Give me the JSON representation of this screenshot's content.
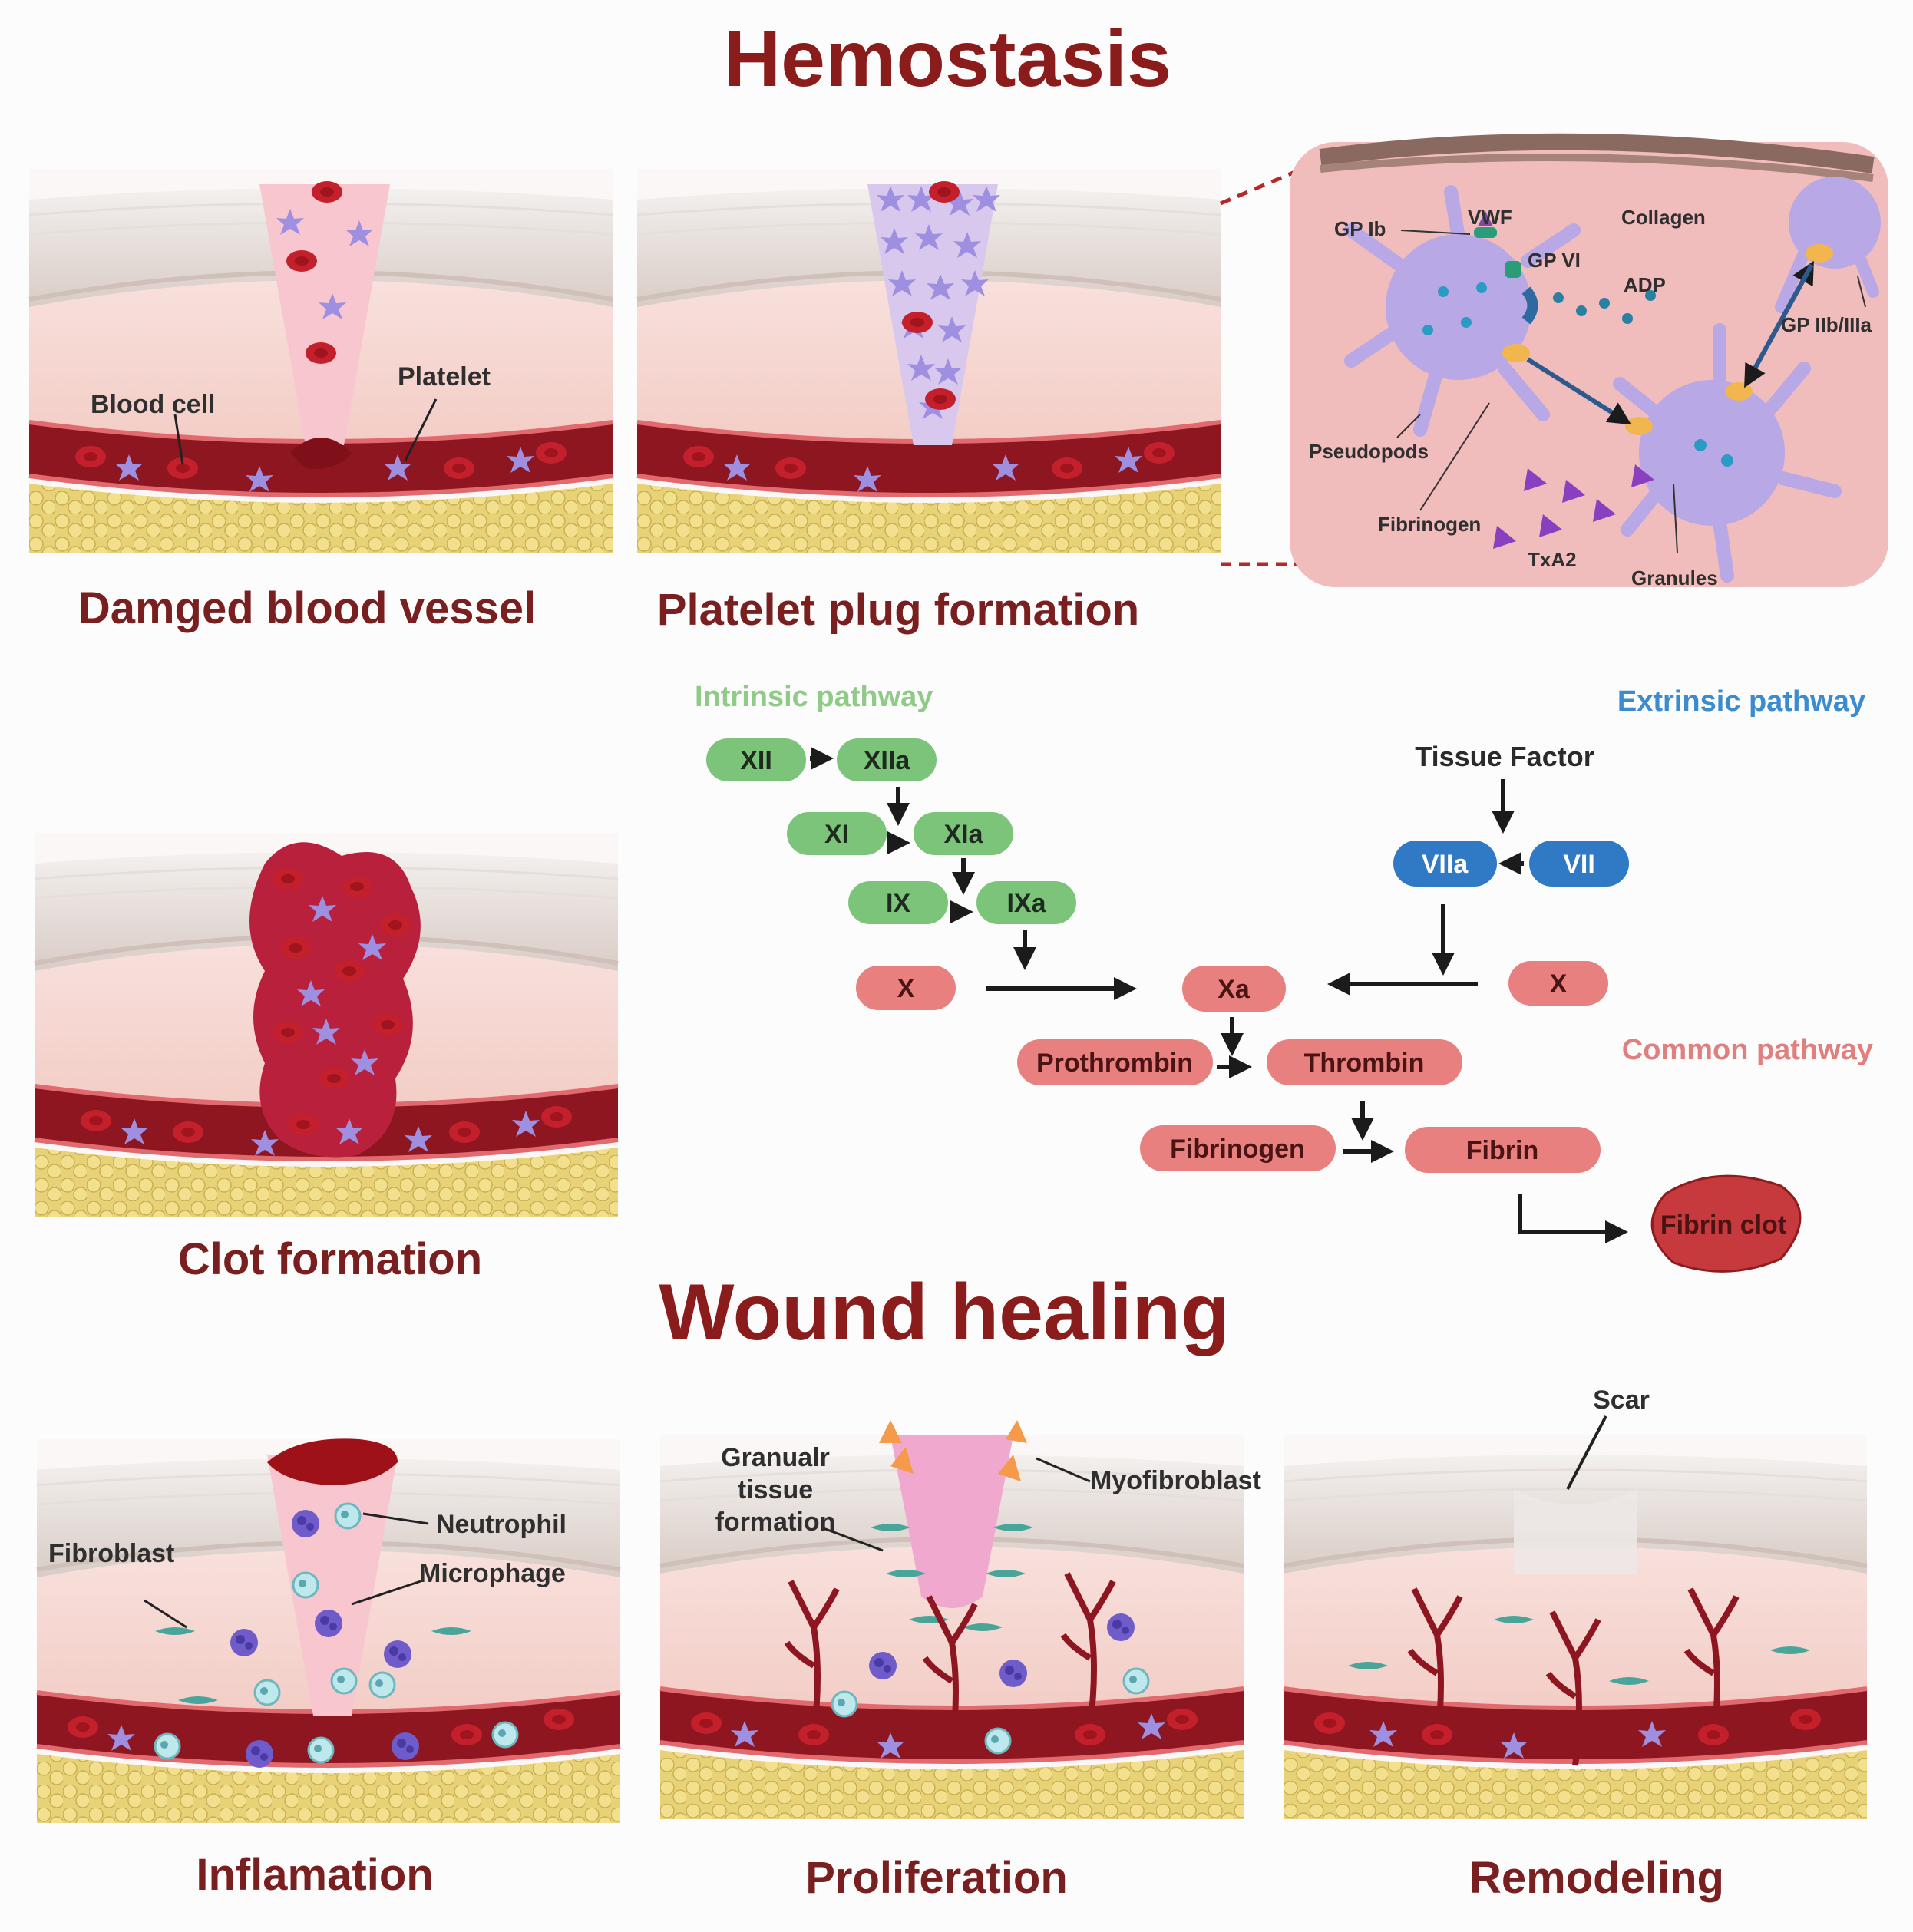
{
  "titles": {
    "hemostasis": "Hemostasis",
    "wound_healing": "Wound healing"
  },
  "panels": {
    "damaged": {
      "caption": "Damged blood vessel",
      "labels": {
        "blood_cell": "Blood cell",
        "platelet": "Platelet"
      }
    },
    "plug": {
      "caption": "Platelet plug formation"
    },
    "clot": {
      "caption": "Clot formation"
    },
    "inflammation": {
      "caption": "Inflamation",
      "labels": {
        "fibroblast": "Fibroblast",
        "neutrophil": "Neutrophil",
        "microphage": "Microphage"
      }
    },
    "proliferation": {
      "caption": "Proliferation",
      "labels": {
        "granular_1": "Granualr",
        "granular_2": "tissue",
        "granular_3": "formation",
        "myofibroblast": "Myofibroblast"
      }
    },
    "remodeling": {
      "caption": "Remodeling",
      "labels": {
        "scar": "Scar"
      }
    }
  },
  "inset": {
    "labels": {
      "gp_ib": "GP Ib",
      "vwf": "VWF",
      "collagen": "Collagen",
      "gp_vi": "GP VI",
      "adp": "ADP",
      "gp_iib_iiia": "GP IIb/IIIa",
      "pseudopods": "Pseudopods",
      "fibrinogen": "Fibrinogen",
      "txa2": "TxA2",
      "granules": "Granules"
    }
  },
  "cascade": {
    "intrinsic_title": "Intrinsic pathway",
    "extrinsic_title": "Extrinsic pathway",
    "common_title": "Common pathway",
    "xii": "XII",
    "xiia": "XIIa",
    "xi": "XI",
    "xia": "XIa",
    "ix": "IX",
    "ixa": "IXa",
    "x_left": "X",
    "xa": "Xa",
    "x_right": "X",
    "tissue_factor": "Tissue Factor",
    "viia": "VIIa",
    "vii": "VII",
    "prothrombin": "Prothrombin",
    "thrombin": "Thrombin",
    "fibrinogen": "Fibrinogen",
    "fibrin": "Fibrin",
    "fibrin_clot": "Fibrin clot"
  },
  "colors": {
    "title": "#8b1c1c",
    "intrinsic": "#7cc47a",
    "extrinsic": "#2f79c5",
    "common": "#e7807f"
  }
}
